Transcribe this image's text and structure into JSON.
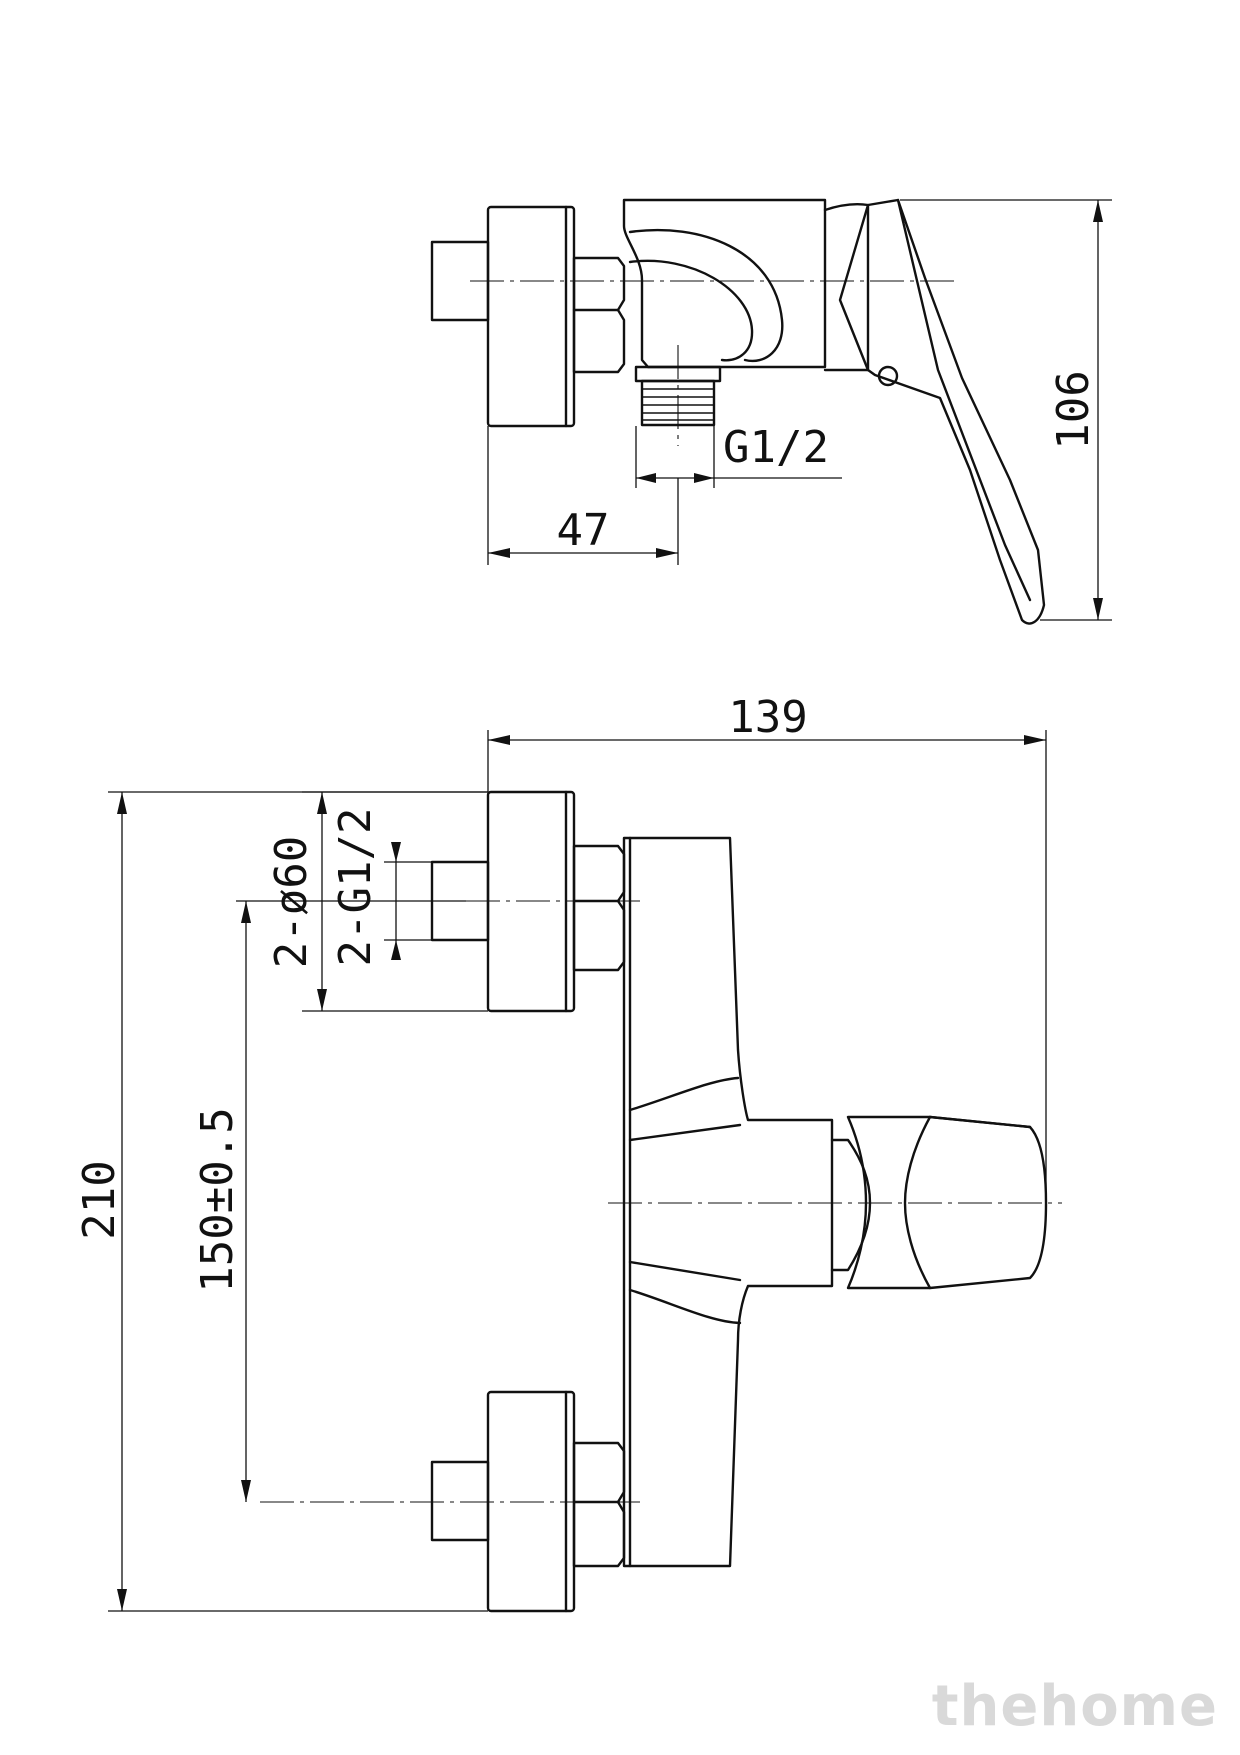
{
  "dimensions": {
    "top_depth": "47",
    "top_thread": "G1/2",
    "top_height": "106",
    "front_width": "139",
    "front_flange": "2-ø60",
    "front_thread": "2-G1/2",
    "front_center": "150±0.5",
    "front_height": "210"
  },
  "watermark": "thehome"
}
